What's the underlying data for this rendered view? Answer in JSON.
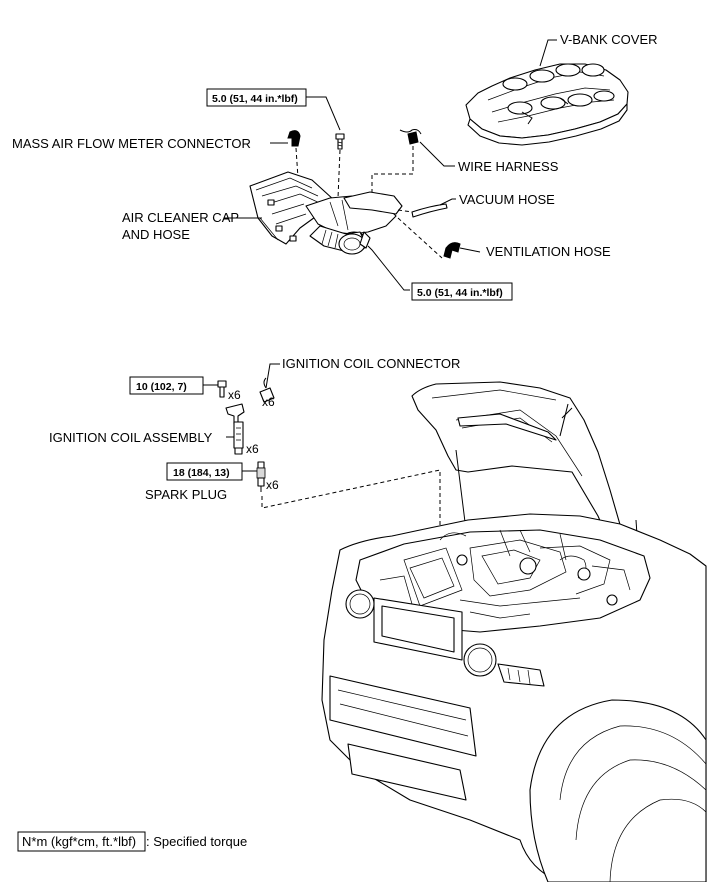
{
  "labels": {
    "v_bank_cover": "V-BANK COVER",
    "mass_air_flow_meter_connector": "MASS AIR FLOW METER CONNECTOR",
    "wire_harness": "WIRE HARNESS",
    "air_cleaner_cap_line1": "AIR CLEANER CAP",
    "air_cleaner_cap_line2": "AND HOSE",
    "vacuum_hose": "VACUUM HOSE",
    "ventilation_hose": "VENTILATION HOSE",
    "ignition_coil_connector": "IGNITION COIL CONNECTOR",
    "ignition_coil_assembly": "IGNITION COIL ASSEMBLY",
    "spark_plug": "SPARK PLUG"
  },
  "torques": {
    "upper_bolt": "5.0 (51, 44 in.*lbf)",
    "lower_clamp": "5.0 (51, 44 in.*lbf)",
    "coil_bolt": "10 (102, 7)",
    "spark_plug": "18 (184, 13)"
  },
  "quantities": {
    "coil_bolt": "x6",
    "coil_connector": "x6",
    "coil_assembly": "x6",
    "spark_plug": "x6"
  },
  "legend": {
    "unit_box": "N*m (kgf*cm, ft.*lbf)",
    "description": ": Specified torque"
  }
}
